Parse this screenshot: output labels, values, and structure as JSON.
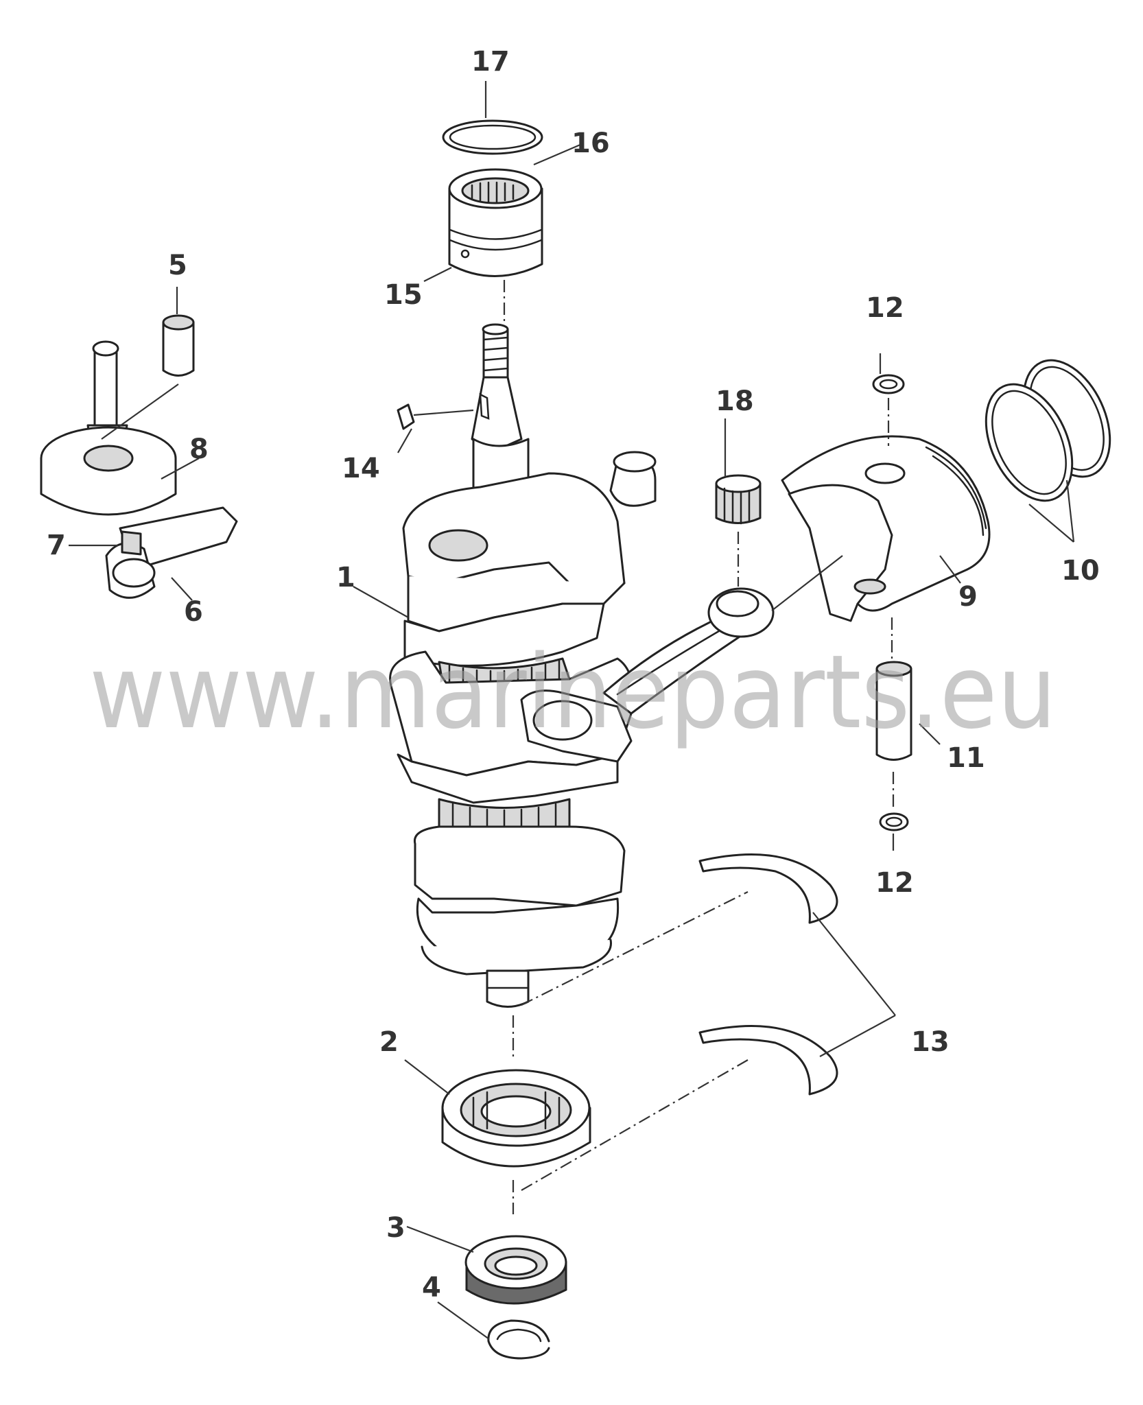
{
  "callouts": {
    "c1": "1",
    "c2": "2",
    "c3": "3",
    "c4": "4",
    "c5": "5",
    "c6": "6",
    "c7": "7",
    "c8": "8",
    "c9": "9",
    "c10": "10",
    "c11": "11",
    "c12a": "12",
    "c12b": "12",
    "c13": "13",
    "c14": "14",
    "c15": "15",
    "c16": "16",
    "c17": "17",
    "c18": "18"
  },
  "watermark": "www.marineparts.eu"
}
